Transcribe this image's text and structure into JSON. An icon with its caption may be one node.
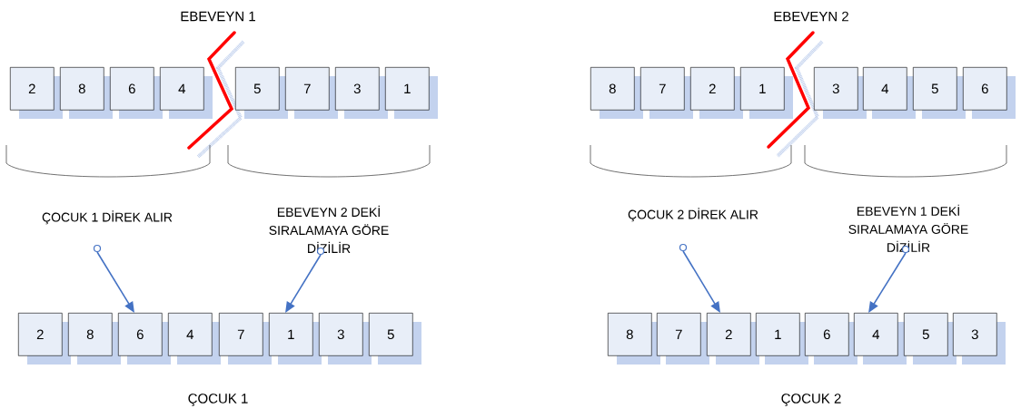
{
  "diagram": {
    "nodes": [
      {
        "text": [
          "2"
        ]
      },
      {
        "text": [
          "8"
        ]
      },
      {
        "text": [
          "6"
        ]
      },
      {
        "text": [
          "4"
        ]
      },
      {
        "text": [
          "5"
        ]
      },
      {
        "text": [
          "7"
        ]
      },
      {
        "text": [
          "3"
        ]
      },
      {
        "text": [
          "1"
        ]
      },
      {
        "text": [
          "8"
        ]
      },
      {
        "text": [
          "7"
        ]
      },
      {
        "text": [
          "2"
        ]
      },
      {
        "text": [
          "1"
        ]
      },
      {
        "text": [
          "3"
        ]
      },
      {
        "text": [
          "4"
        ]
      },
      {
        "text": [
          "5"
        ]
      },
      {
        "text": [
          "6"
        ]
      },
      {
        "text": [
          "2"
        ]
      },
      {
        "text": [
          "8"
        ]
      },
      {
        "text": [
          "6"
        ]
      },
      {
        "text": [
          "4"
        ]
      },
      {
        "text": [
          "7"
        ]
      },
      {
        "text": [
          "1"
        ]
      },
      {
        "text": [
          "3"
        ]
      },
      {
        "text": [
          "5"
        ]
      },
      {
        "text": [
          "8"
        ]
      },
      {
        "text": [
          "7"
        ]
      },
      {
        "text": [
          "2"
        ]
      },
      {
        "text": [
          "1"
        ]
      },
      {
        "text": [
          "6"
        ]
      },
      {
        "text": [
          "4"
        ]
      },
      {
        "text": [
          "5"
        ]
      },
      {
        "text": [
          "3"
        ]
      },
      {
        "text": [
          "ÇOCUK 1 DİREK ALIR"
        ]
      },
      {
        "text": [
          "EBEVEYN 2 DEKİ SIRALAMAYA GÖRE DİZİLİR"
        ]
      },
      {
        "text": [
          "ÇOCUK 2 DİREK ALIR"
        ]
      },
      {
        "text": [
          "EBEVEYN 1 DEKİ SIRALAMAYA GÖRE DİZİLİR"
        ]
      }
    ],
    "edges": [
      {
        "from": 32,
        "to": 18,
        "arrow": "to"
      },
      {
        "from": 33,
        "to": 21,
        "arrow": "to"
      },
      {
        "from": 34,
        "to": 26,
        "arrow": "to"
      },
      {
        "from": 35,
        "to": 29,
        "arrow": "to"
      }
    ],
    "labels": [
      "EBEVEYN 1",
      "EBEVEYN 2",
      "ÇOCUK 1",
      "ÇOCUK 2"
    ]
  }
}
